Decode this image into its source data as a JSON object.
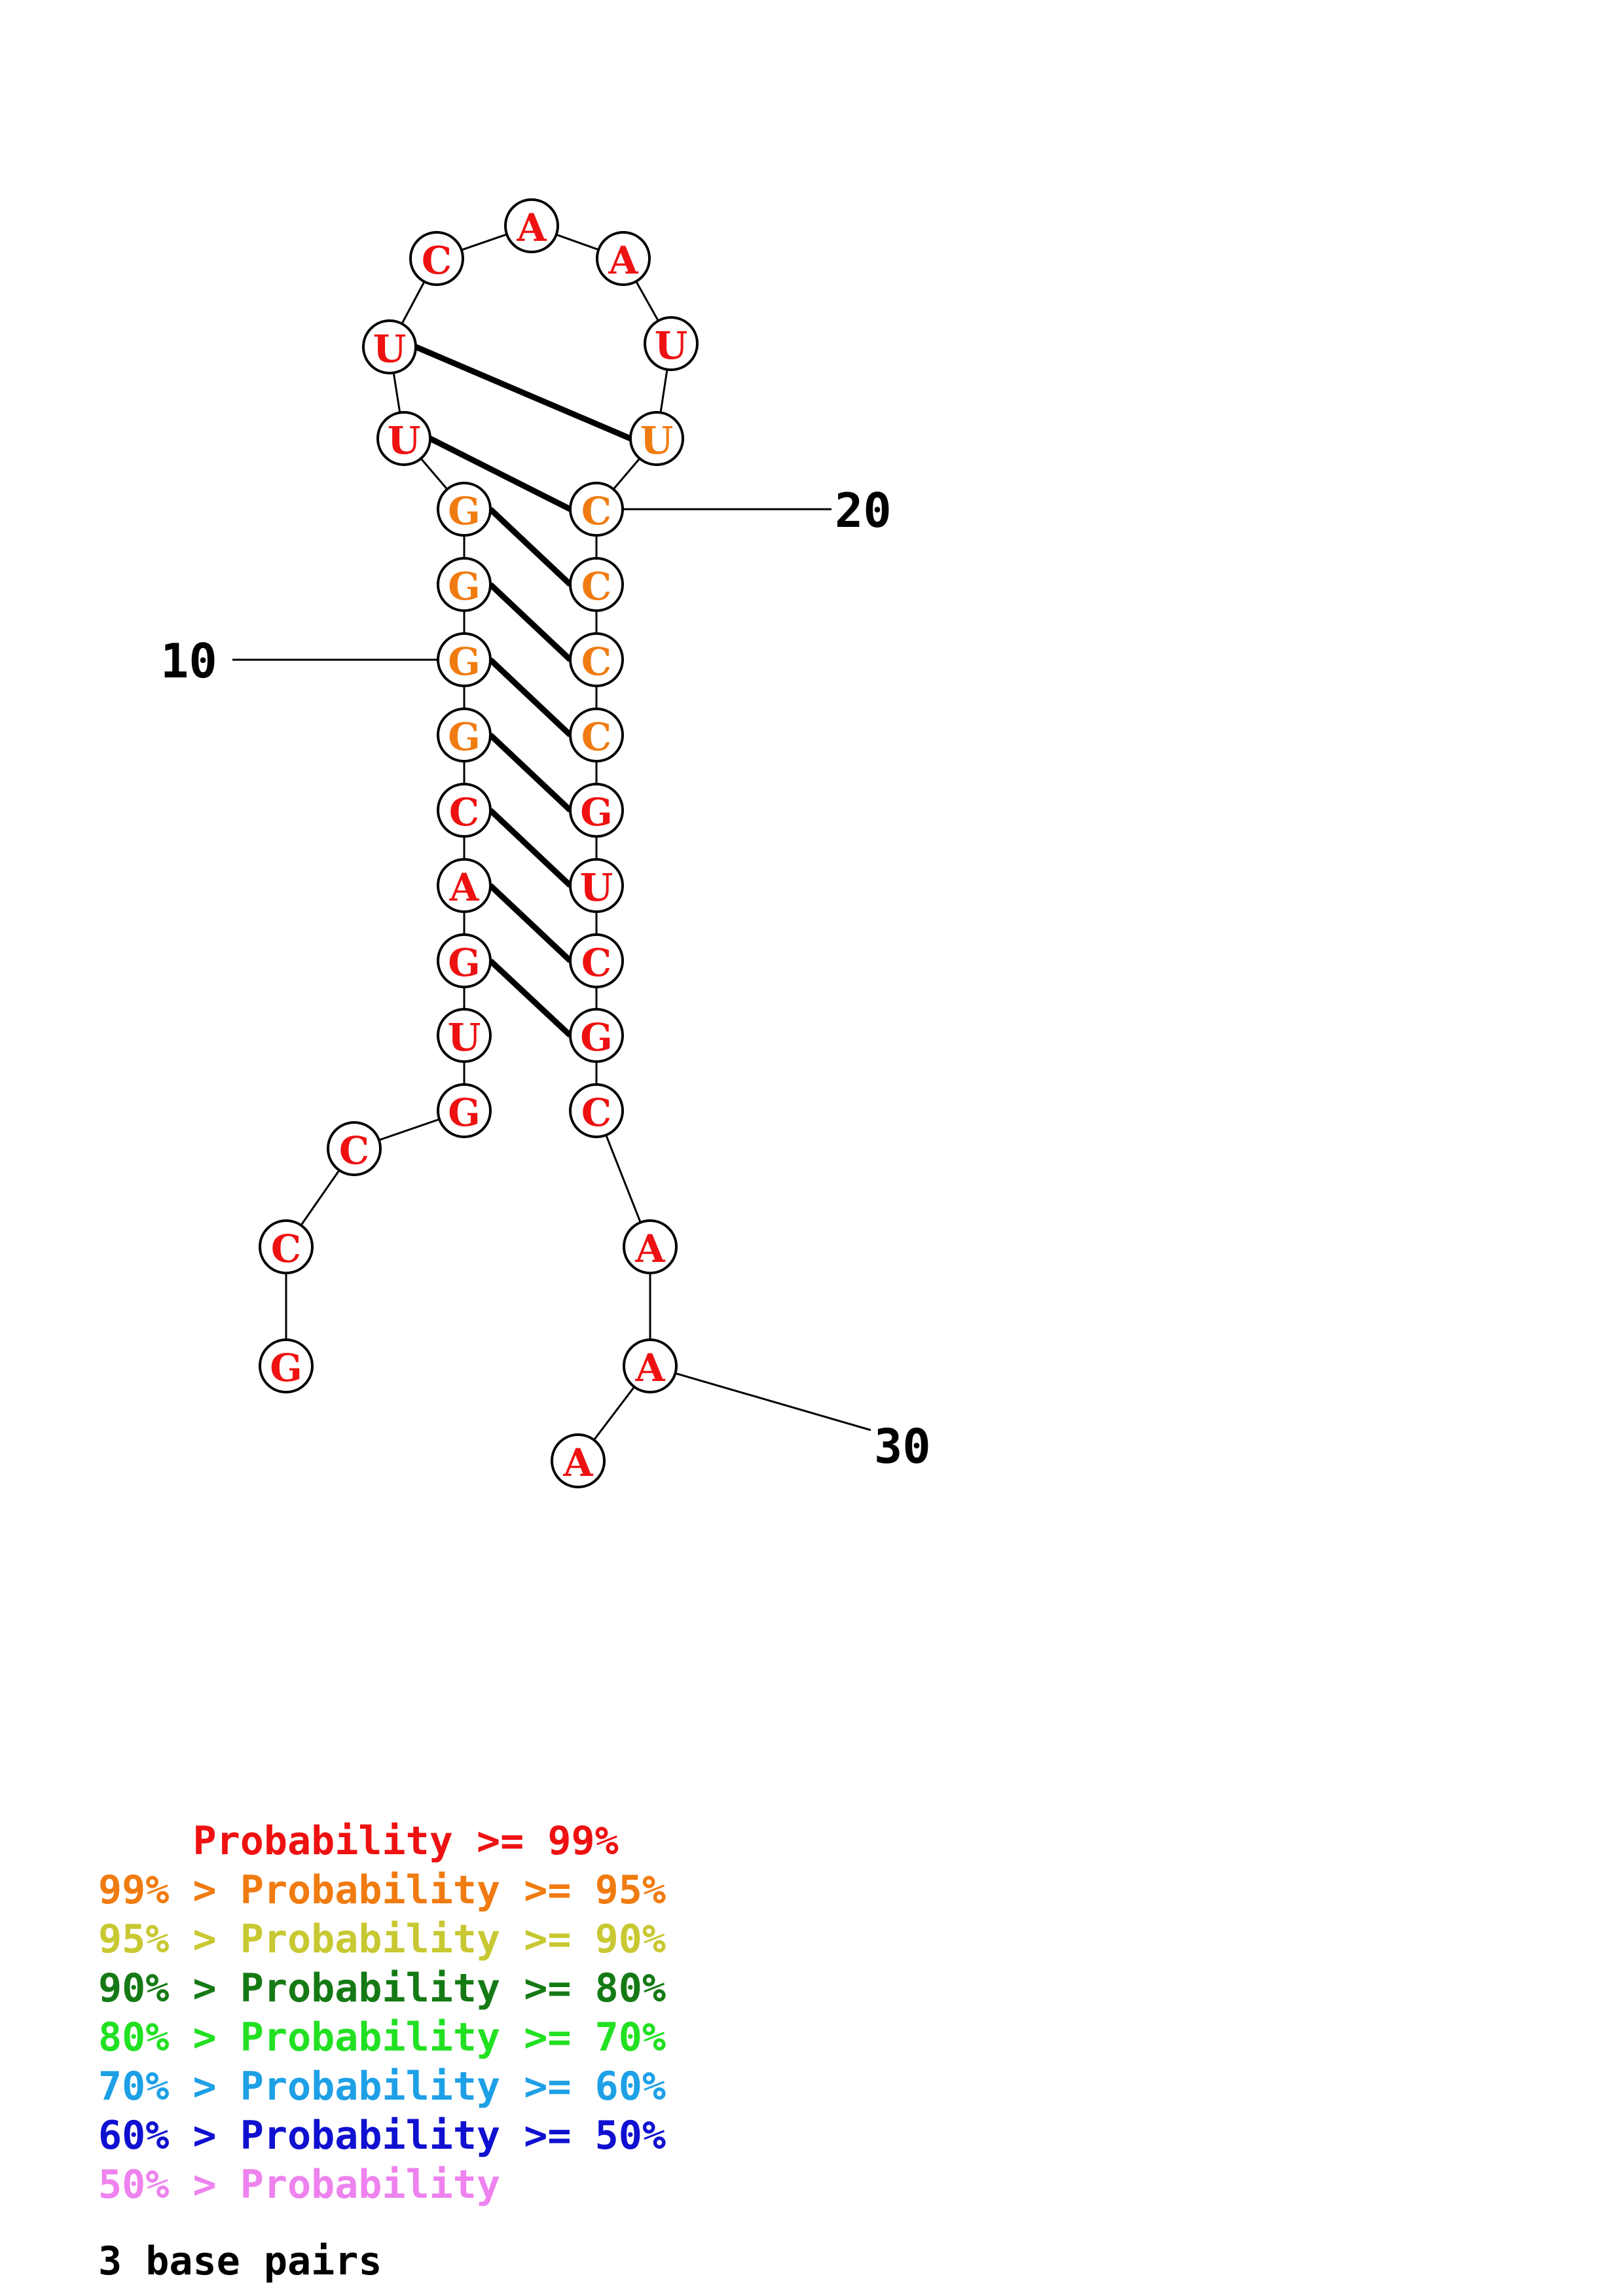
{
  "structure": {
    "nucleotides": [
      {
        "base": "G",
        "prob": "high"
      },
      {
        "base": "C",
        "prob": "high"
      },
      {
        "base": "C",
        "prob": "high"
      },
      {
        "base": "G",
        "prob": "high"
      },
      {
        "base": "U",
        "prob": "high"
      },
      {
        "base": "G",
        "prob": "high"
      },
      {
        "base": "A",
        "prob": "high"
      },
      {
        "base": "C",
        "prob": "high"
      },
      {
        "base": "G",
        "prob": "medium"
      },
      {
        "base": "G",
        "prob": "medium"
      },
      {
        "base": "G",
        "prob": "medium"
      },
      {
        "base": "G",
        "prob": "medium"
      },
      {
        "base": "U",
        "prob": "high"
      },
      {
        "base": "U",
        "prob": "high"
      },
      {
        "base": "C",
        "prob": "high"
      },
      {
        "base": "A",
        "prob": "high"
      },
      {
        "base": "A",
        "prob": "high"
      },
      {
        "base": "U",
        "prob": "high"
      },
      {
        "base": "U",
        "prob": "medium"
      },
      {
        "base": "C",
        "prob": "medium"
      },
      {
        "base": "C",
        "prob": "medium"
      },
      {
        "base": "C",
        "prob": "medium"
      },
      {
        "base": "C",
        "prob": "medium"
      },
      {
        "base": "G",
        "prob": "high"
      },
      {
        "base": "U",
        "prob": "high"
      },
      {
        "base": "C",
        "prob": "high"
      },
      {
        "base": "G",
        "prob": "high"
      },
      {
        "base": "C",
        "prob": "high"
      },
      {
        "base": "A",
        "prob": "high"
      },
      {
        "base": "A",
        "prob": "high"
      },
      {
        "base": "A",
        "prob": "high"
      }
    ],
    "position_labels": [
      "10",
      "20",
      "30"
    ]
  },
  "colors": {
    "high": "#ee1111",
    "medium": "#f07b10"
  },
  "legend": [
    {
      "text": "    Probability >= 99%",
      "color": "#ee1111"
    },
    {
      "text": "99% > Probability >= 95%",
      "color": "#f07b10"
    },
    {
      "text": "95% > Probability >= 90%",
      "color": "#c8c832"
    },
    {
      "text": "90% > Probability >= 80%",
      "color": "#157a15"
    },
    {
      "text": "80% > Probability >= 70%",
      "color": "#22e022"
    },
    {
      "text": "70% > Probability >= 60%",
      "color": "#1ea0e6"
    },
    {
      "text": "60% > Probability >= 50%",
      "color": "#1010d0"
    },
    {
      "text": "50% > Probability",
      "color": "#ee82ee"
    }
  ],
  "footer": "3 base pairs"
}
